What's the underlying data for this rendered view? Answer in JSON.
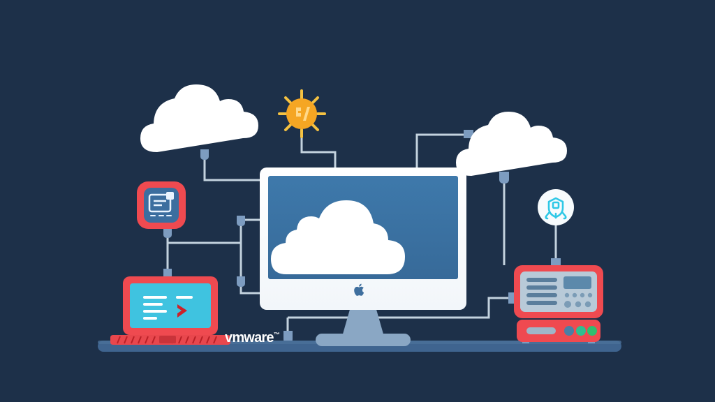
{
  "scene": {
    "title": "Cloud infrastructure diagram",
    "background_color": "#1d3049",
    "ground_bar_color": "#3f648f",
    "connector_color": "#c3d2de",
    "connector_plug_color": "#7d9cc0"
  },
  "brand": {
    "name": "vmware",
    "trademark": "™"
  },
  "nodes": {
    "cloud_left": {
      "label": "cloud",
      "color": "#ffffff"
    },
    "cloud_right": {
      "label": "cloud",
      "color": "#ffffff"
    },
    "sun_icon": {
      "label": "sun-settings",
      "color": "#f5a623",
      "ray_color": "#f5c242",
      "glyph": "⚡"
    },
    "app_window_icon": {
      "label": "application window",
      "frame_color": "#ef4a50",
      "panel_color": "#3c6e9f",
      "line_color": "#eaf4ff"
    },
    "shield_icon": {
      "label": "security shield",
      "circle_color": "#f7fbfd",
      "glyph_color": "#2ec8e6"
    },
    "monitor": {
      "label": "desktop computer",
      "bezel_color": "#fbfdff",
      "screen_color": "#3b72a3",
      "stand_color": "#8aa7c4",
      "cloud_color": "#ffffff",
      "apple_logo_color": "#3f6f9e"
    },
    "laptop": {
      "label": "laptop",
      "frame_color": "#ef4a50",
      "screen_color": "#3fc3e0",
      "line_color": "#ffffff",
      "accent_color": "#cc2229",
      "keyboard_color": "#e8474d"
    },
    "server": {
      "label": "server appliance",
      "frame_color": "#ef4a50",
      "panel_color": "#b8cad8",
      "line_color": "#5a7e9c",
      "display_color": "#5c89ab",
      "led_colors": [
        "#4a7fa5",
        "#2fbf8f",
        "#2fbf6f"
      ]
    }
  },
  "connections": [
    {
      "from": "cloud-left",
      "to": "monitor-left"
    },
    {
      "from": "app-window-icon",
      "to": "monitor-left"
    },
    {
      "from": "laptop",
      "to": "monitor-left"
    },
    {
      "from": "sun-icon",
      "to": "monitor-top"
    },
    {
      "from": "monitor-top",
      "to": "cloud-right"
    },
    {
      "from": "cloud-right",
      "to": "server"
    },
    {
      "from": "shield-icon",
      "to": "server"
    },
    {
      "from": "monitor-base",
      "to": "server"
    },
    {
      "from": "monitor-base",
      "to": "ground"
    }
  ]
}
